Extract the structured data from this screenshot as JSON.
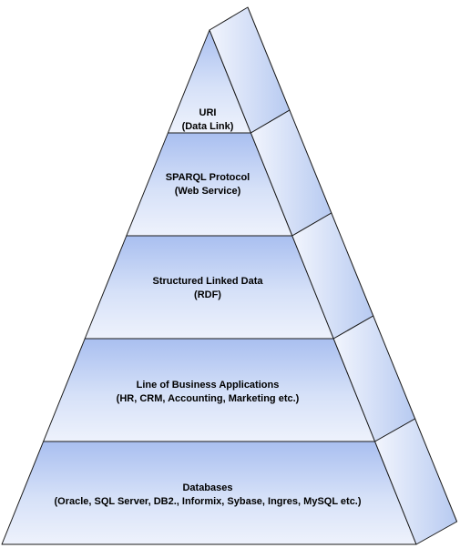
{
  "colors": {
    "front_fill": "#a9bff0",
    "front_highlight": "#eef2fc",
    "side_fill": "#c4d4f4",
    "side_highlight": "#f2f5fd",
    "outline": "#1a1a1a"
  },
  "tiers": [
    {
      "title": "URI",
      "subtitle": "(Data Link)"
    },
    {
      "title": "SPARQL Protocol",
      "subtitle": "(Web Service)"
    },
    {
      "title": "Structured Linked Data",
      "subtitle": "(RDF)"
    },
    {
      "title": "Line of Business Applications",
      "subtitle": "(HR, CRM, Accounting, Marketing etc.)"
    },
    {
      "title": "Databases",
      "subtitle": "(Oracle, SQL Server, DB2., Informix, Sybase, Ingres, MySQL etc.)"
    }
  ]
}
